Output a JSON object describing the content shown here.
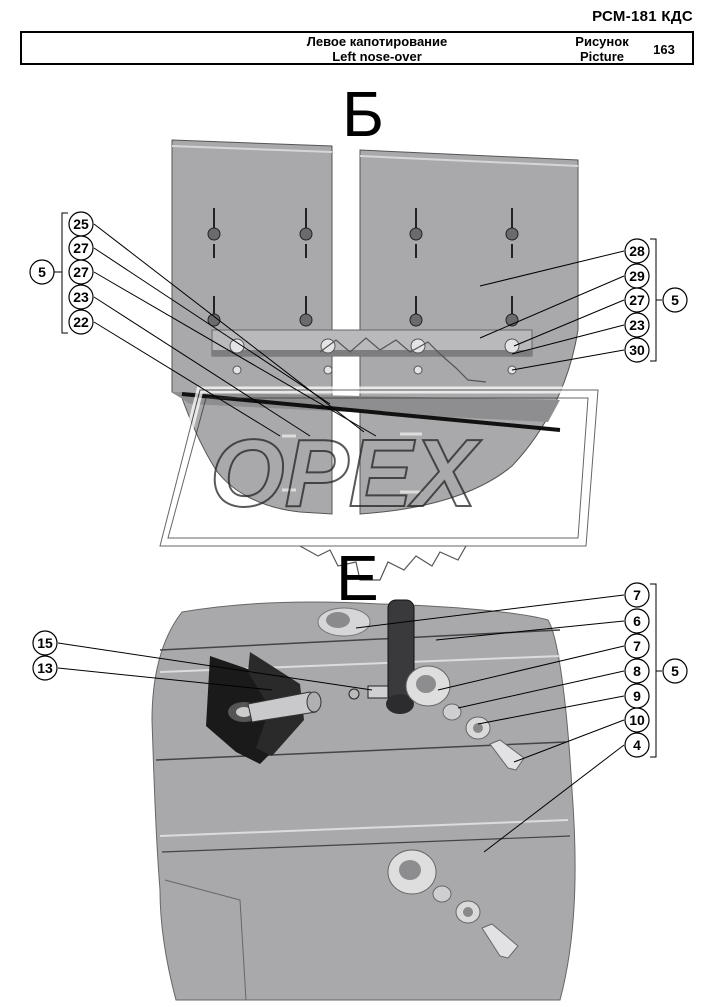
{
  "header": {
    "model_code": "РСМ-181 КДС",
    "title_ru": "Левое капотирование",
    "title_en": "Left nose-over",
    "figure_label_ru": "Рисунок",
    "figure_label_en": "Picture",
    "figure_number": "163"
  },
  "views": {
    "top_letter": "Б",
    "bottom_letter": "Е"
  },
  "watermark": {
    "text": "OPEX"
  },
  "callouts": {
    "top_left": [
      "25",
      "27",
      "27",
      "23",
      "22"
    ],
    "top_left_group": "5",
    "top_right": [
      "28",
      "29",
      "27",
      "23",
      "30"
    ],
    "top_right_group": "5",
    "bottom_left": [
      "15",
      "13"
    ],
    "bottom_right": [
      "7",
      "6",
      "7",
      "8",
      "9",
      "10",
      "4"
    ],
    "bottom_right_group": "5"
  },
  "colors": {
    "panel_fill": "#a9a9ab",
    "panel_dark": "#8e8e90",
    "outline": "#000000",
    "callout_fill": "#ffffff"
  }
}
